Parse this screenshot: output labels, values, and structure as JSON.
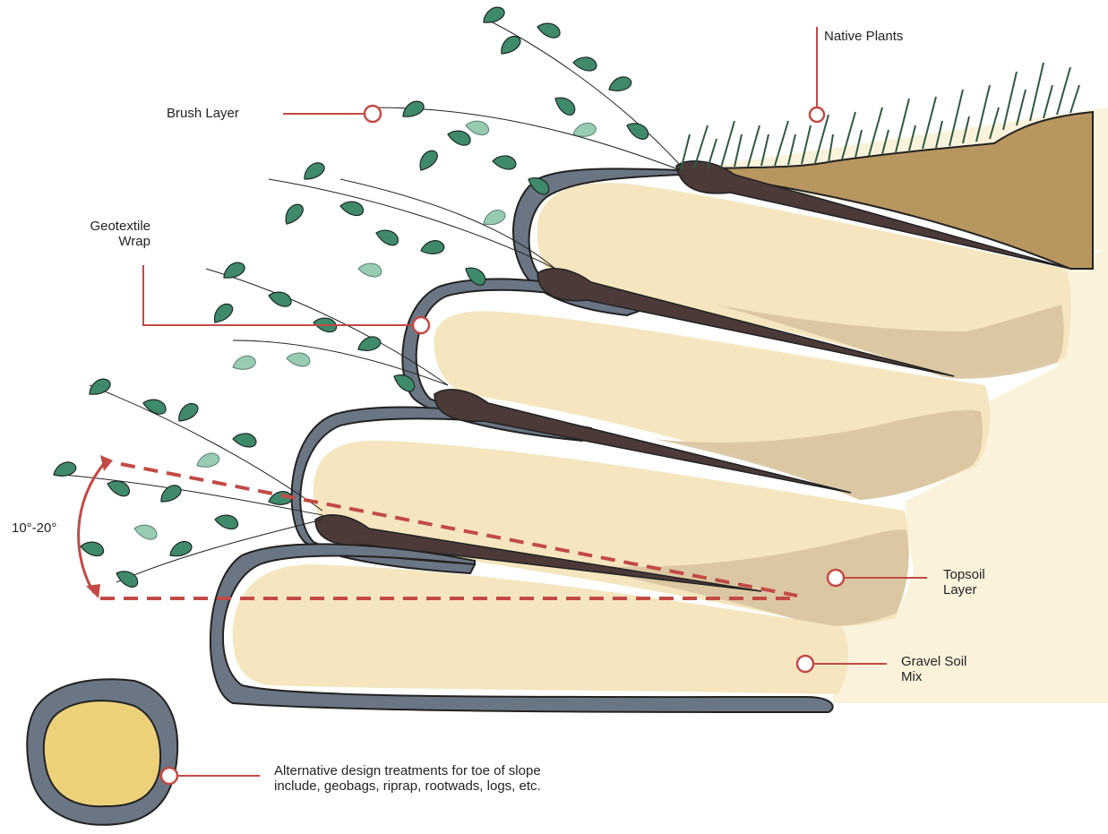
{
  "labels": {
    "native_plants": "Native Plants",
    "brush_layer": "Brush Layer",
    "geotextile_wrap": "Geotextile\nWrap",
    "angle": "10°-20°",
    "topsoil_layer": "Topsoil\nLayer",
    "gravel_soil_mix": "Gravel Soil\nMix",
    "alternative_note": "Alternative design treatments for toe of slope\ninclude, geobags, riprap, rootwads, logs, etc."
  },
  "colors": {
    "callout": "#c24a45",
    "geotextile": "#6b7685",
    "outline": "#222222",
    "gravel_soil": "#f5e6bf",
    "topsoil": "#c9b28a",
    "native_soil": "#b89660",
    "background_soil": "#fbf2dc",
    "brush_leaf": "#3f8a6a",
    "brush_leaf_light": "#86c4a6",
    "grass": "#2f5a3f",
    "branch_stake": "#4b3a38",
    "toe_fill": "#ecd07a"
  },
  "icons": {
    "callout_marker": "open-circle"
  }
}
